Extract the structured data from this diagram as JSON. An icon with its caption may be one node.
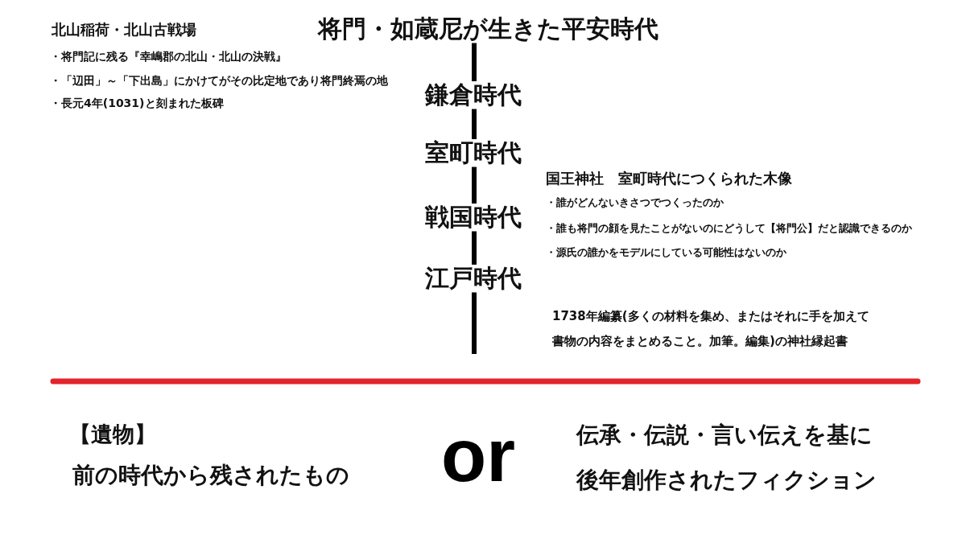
{
  "diagram": {
    "nodes": [
      {
        "text": [
          "将門・如蔵尼が生きた平安時代"
        ]
      },
      {
        "text": [
          "鎌倉時代"
        ]
      },
      {
        "text": [
          "室町時代"
        ]
      },
      {
        "text": [
          "戦国時代"
        ]
      },
      {
        "text": [
          "江戸時代"
        ]
      }
    ],
    "edges": [
      {
        "from": 0,
        "to": 1,
        "arrow": "none"
      },
      {
        "from": 1,
        "to": 2,
        "arrow": "none"
      },
      {
        "from": 2,
        "to": 3,
        "arrow": "none"
      },
      {
        "from": 3,
        "to": 4,
        "arrow": "none"
      },
      {
        "from": 4,
        "to": null,
        "arrow": "none"
      }
    ],
    "labels": [
      "北山稲荷・北山古戦場",
      "・将門記に残る『幸嶋郡の北山・北山の決戦』",
      "・「辺田」～「下出島」にかけてがその比定地であり将門終焉の地",
      "・長元4年(1031)と刻まれた板碑",
      "国王神社　室町時代につくられた木像",
      "・誰がどんないきさつでつくったのか",
      "・誰も将門の顔を見たことがないのにどうして【将門公】だと認識できるのか",
      "・源氏の誰かをモデルにしている可能性はないのか",
      "1738年編纂(多くの材料を集め、またはそれに手を加えて書物の内容をまとめること。加筆。編集)の神社縁起書",
      "【遺物】",
      "前の時代から残されたもの",
      "or",
      "伝承・伝説・言い伝えを基に後年創作されたフィクション"
    ]
  }
}
